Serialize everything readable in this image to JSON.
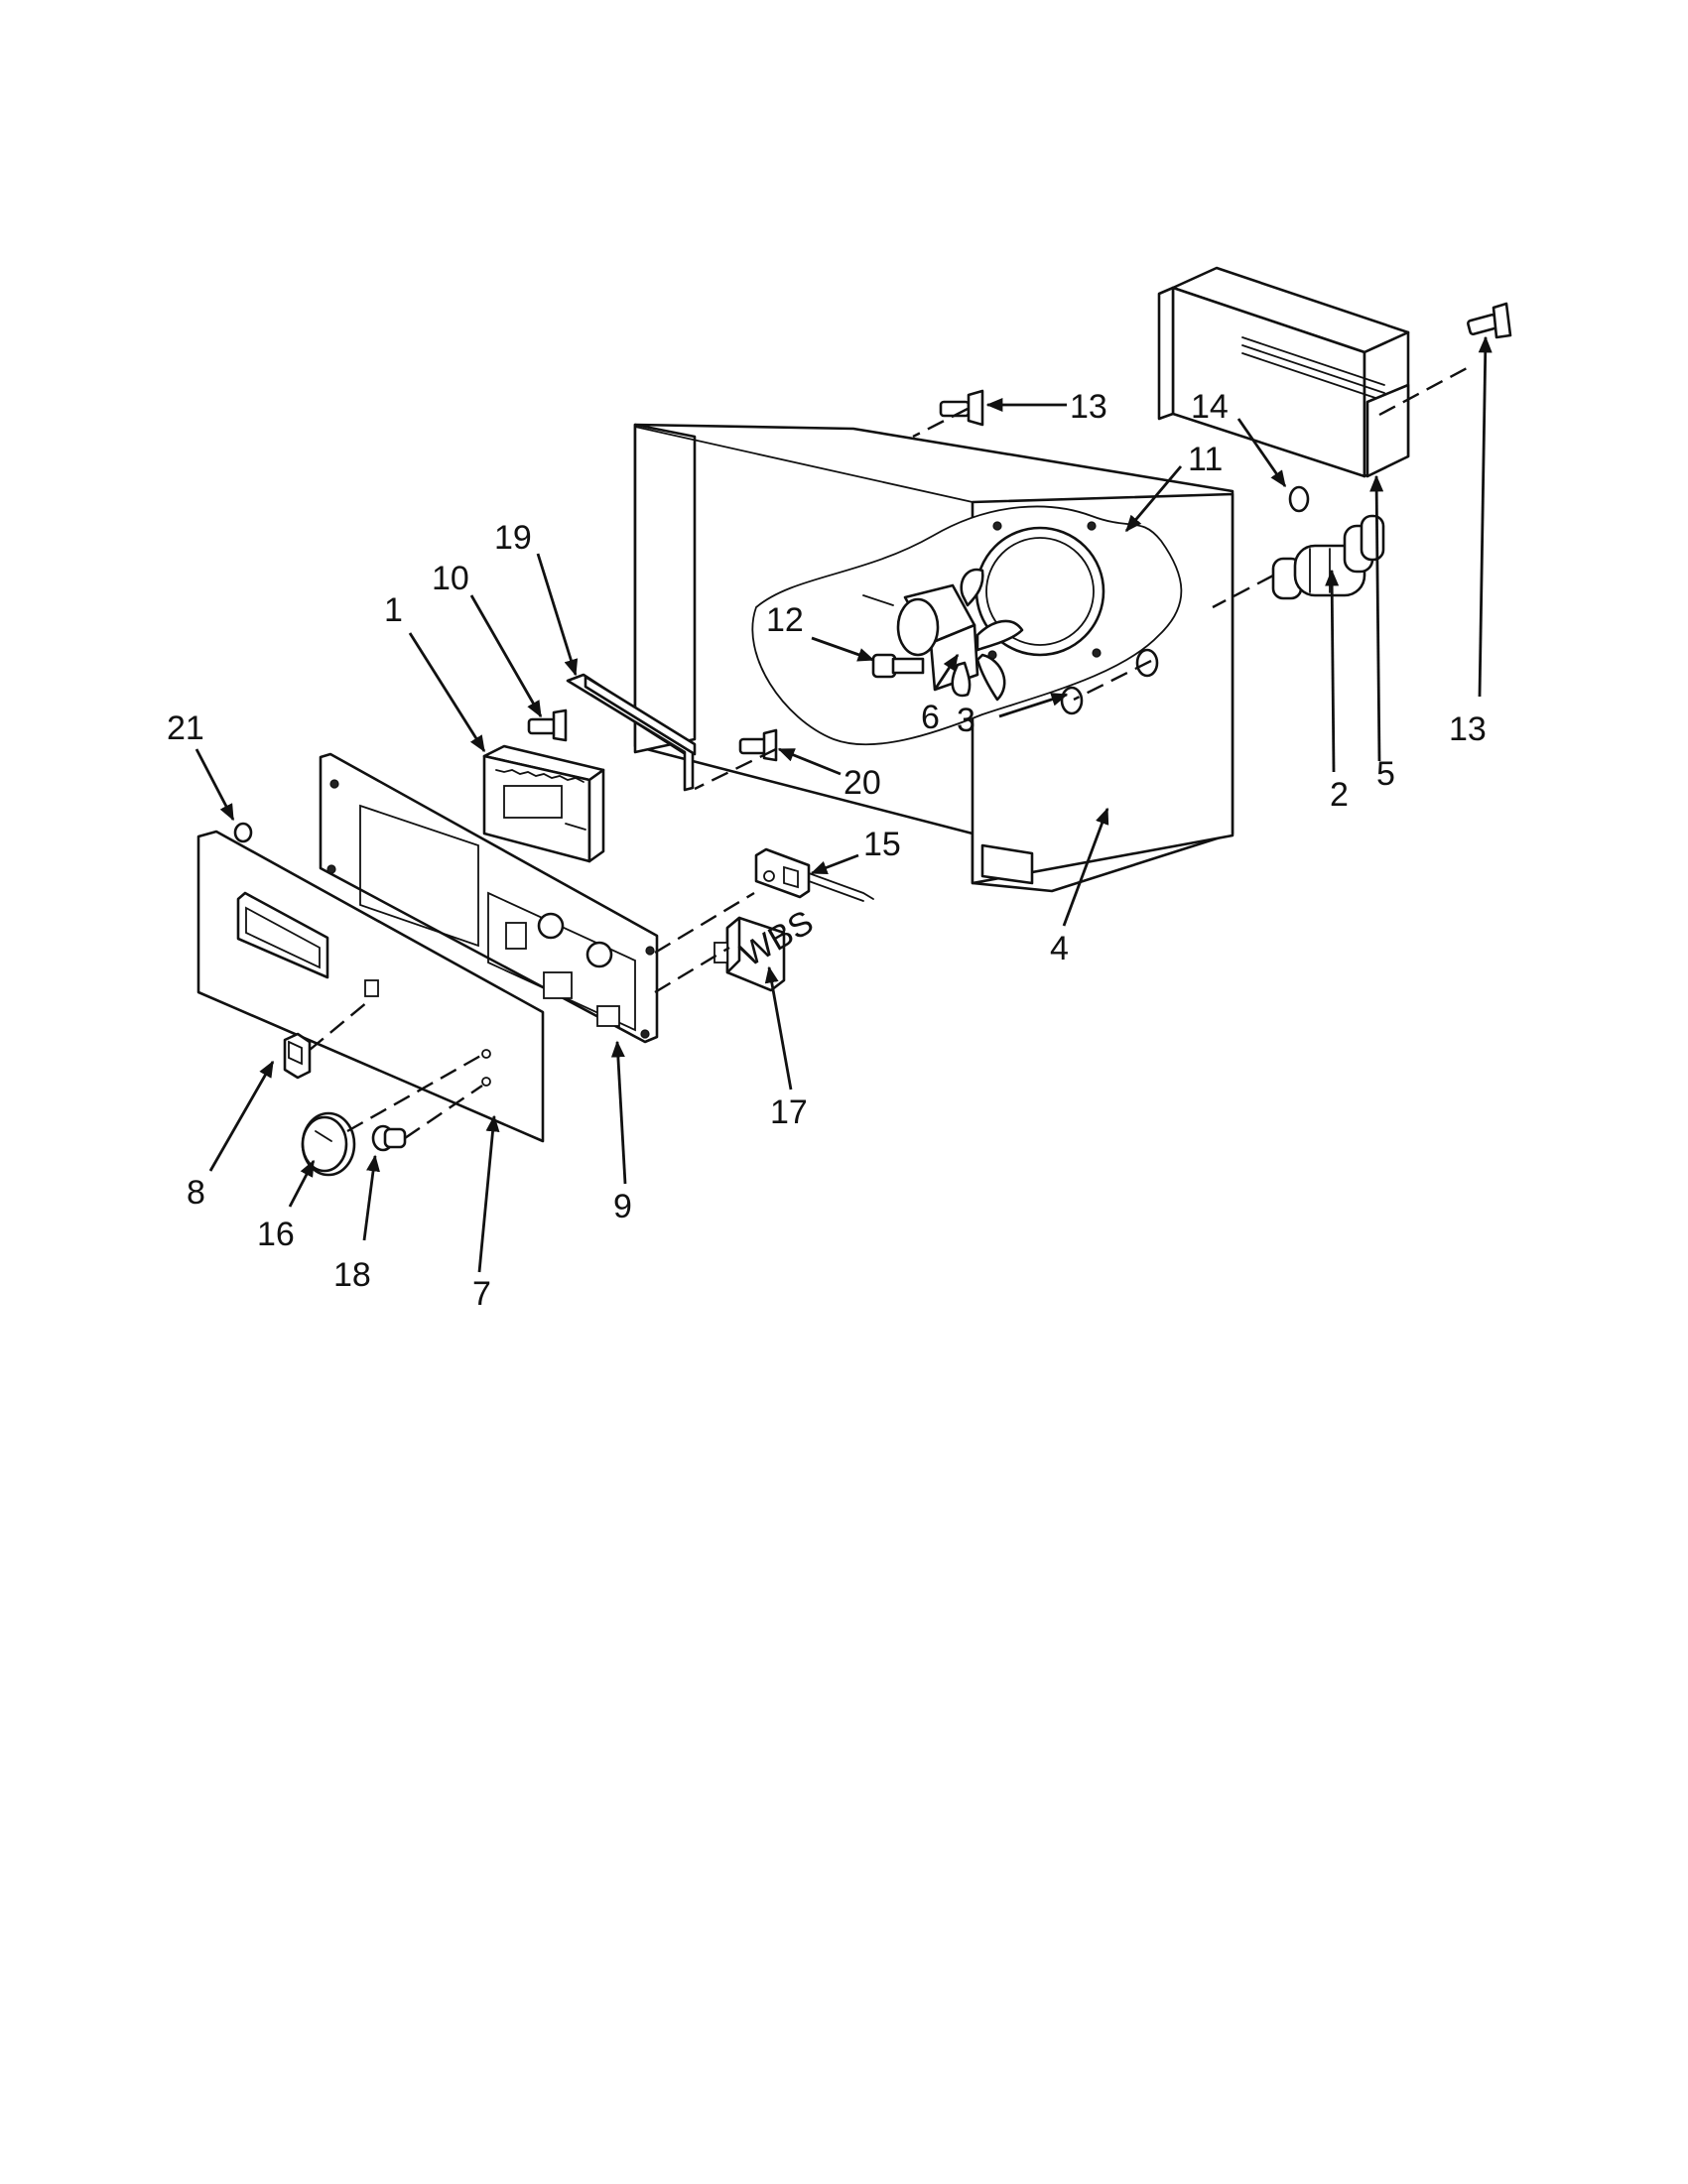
{
  "callouts": {
    "c1": "1",
    "c2": "2",
    "c3": "3",
    "c4": "4",
    "c5": "5",
    "c6": "6",
    "c7": "7",
    "c8": "8",
    "c9": "9",
    "c10": "10",
    "c11": "11",
    "c12": "12",
    "c13a": "13",
    "c13b": "13",
    "c14": "14",
    "c15": "15",
    "c16": "16",
    "c17": "17",
    "c18": "18",
    "c19": "19",
    "c20": "20",
    "c21": "21"
  },
  "module_label": "WBS"
}
